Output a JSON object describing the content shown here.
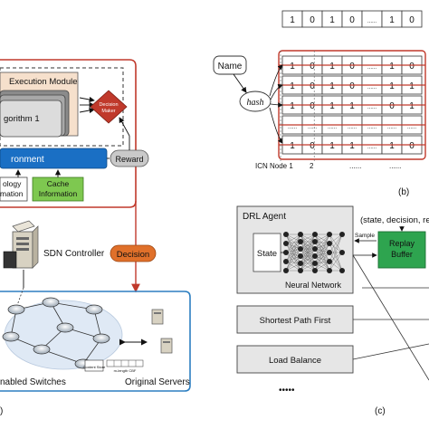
{
  "panel_a": {
    "execution_module": "Execution Module",
    "algorithm": "gorithm 1",
    "decision_maker_line1": "Decision",
    "decision_maker_line2": "Maker",
    "environment": "ronment",
    "reward": "Reward",
    "topology_line1": "ology",
    "topology_line2": "mation",
    "cache_line1": "Cache",
    "cache_line2": "Information",
    "decision": "Decision",
    "sdn_controller": "SDN Controller",
    "switches": "nabled Switches",
    "original_servers": "Original Servers",
    "content_store": "Content Store",
    "bloom_cbf": "m-length CBF",
    "label": ")"
  },
  "panel_b": {
    "name": "Name",
    "hash": "hash",
    "top_row": [
      "1",
      "0",
      "1",
      "0",
      "......",
      "1",
      "0"
    ],
    "rows": [
      [
        "1",
        "0",
        "1",
        "0",
        "......",
        "1",
        "0"
      ],
      [
        "1",
        "0",
        "1",
        "0",
        "......",
        "1",
        "1"
      ],
      [
        "1",
        "0",
        "1",
        "1",
        "......",
        "0",
        "1"
      ],
      [
        "......",
        "......",
        "......",
        "......",
        "......",
        "......",
        "......"
      ],
      [
        "1",
        "0",
        "1",
        "1",
        "......",
        "1",
        "0"
      ]
    ],
    "icn_node": "ICN Node 1",
    "node2": "2",
    "dots1": "......",
    "dots2": "......",
    "label": "(b)"
  },
  "panel_c": {
    "drl_agent": "DRL Agent",
    "state": "State",
    "neural_network": "Neural Network",
    "tuple": "(state, decision, re",
    "sample": "Sample",
    "replay_buffer_line1": "Replay",
    "replay_buffer_line2": "Buffer",
    "shortest_path": "Shortest Path First",
    "load_balance": "Load Balance",
    "dots": "•••••",
    "label": "(c)"
  },
  "colors": {
    "red": "#c0392b",
    "blue_env": "#1a6fc4",
    "green_cache": "#7ec850",
    "decision_orange": "#e0702a",
    "replay_green": "#2ea44f",
    "box_gray": "#d9d9d9",
    "network_blue": "#2d7fc1"
  }
}
